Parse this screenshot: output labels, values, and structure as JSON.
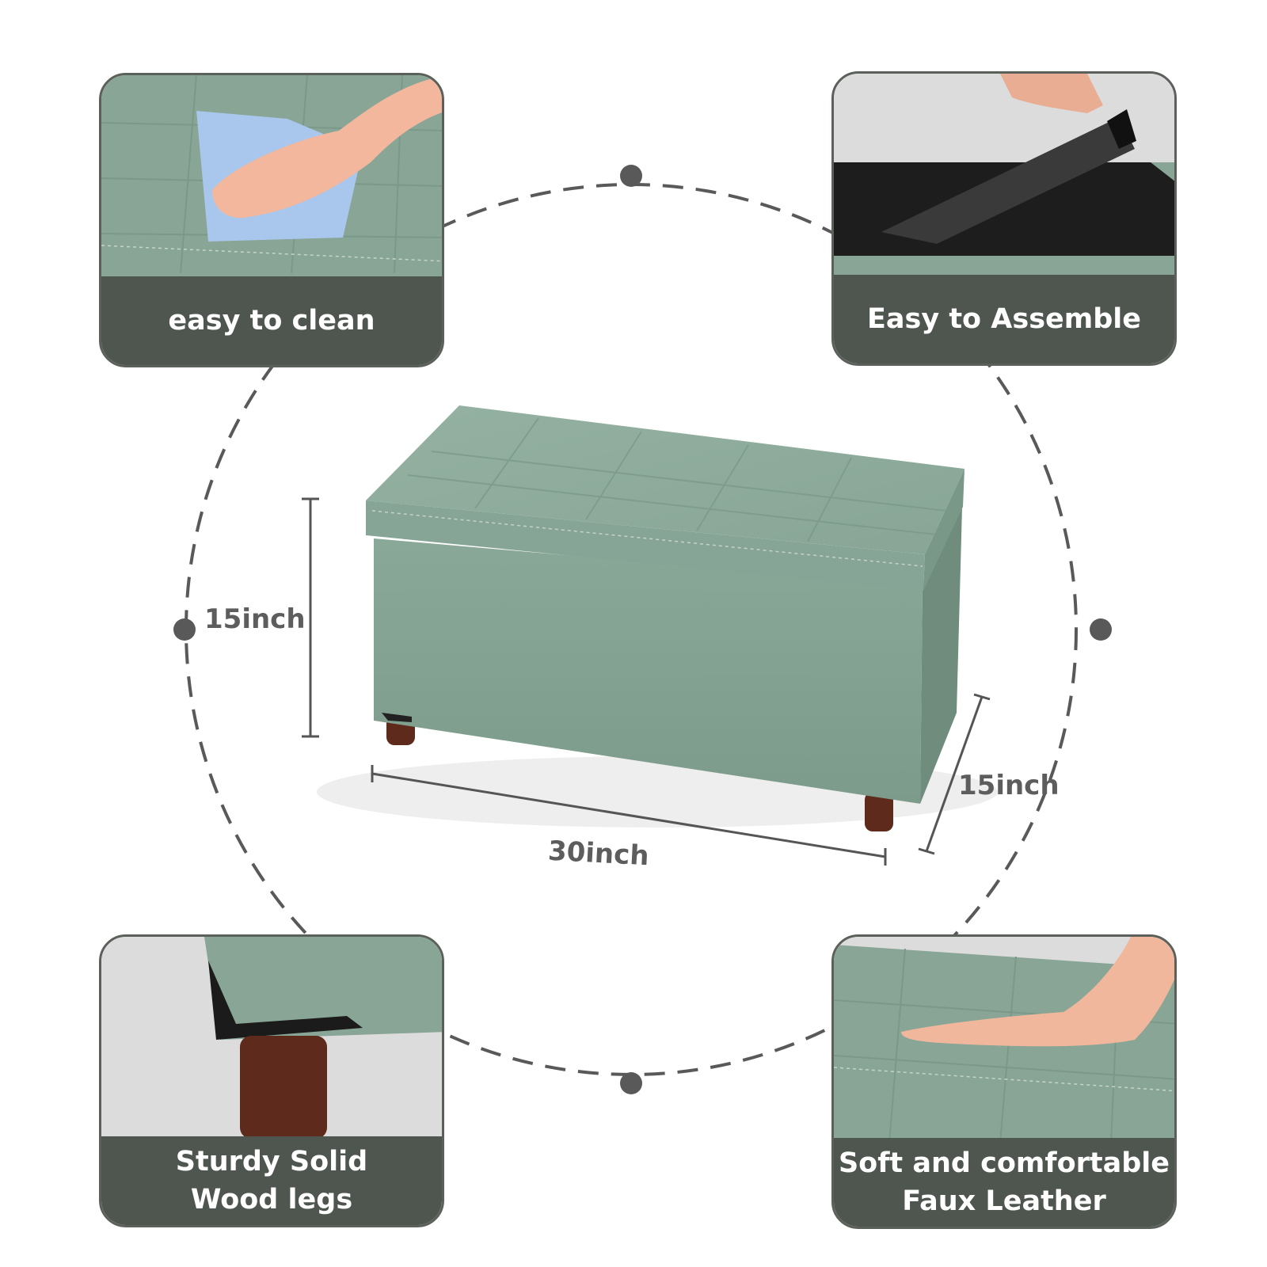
{
  "features": [
    {
      "id": "clean",
      "lines": [
        "easy to clean"
      ]
    },
    {
      "id": "assemble",
      "lines": [
        "Easy to Assemble"
      ]
    },
    {
      "id": "legs",
      "lines": [
        "Sturdy Solid",
        "Wood legs"
      ]
    },
    {
      "id": "leather",
      "lines": [
        "Soft and comfortable",
        "Faux Leather"
      ]
    }
  ],
  "dimensions": {
    "height": "15inch",
    "width": "30inch",
    "depth": "15inch"
  },
  "colors": {
    "ottoman_green": "#86a596",
    "caption_bg": "#4f5650",
    "dash_circle": "#595959",
    "leg_wood": "#5e2a1c"
  }
}
